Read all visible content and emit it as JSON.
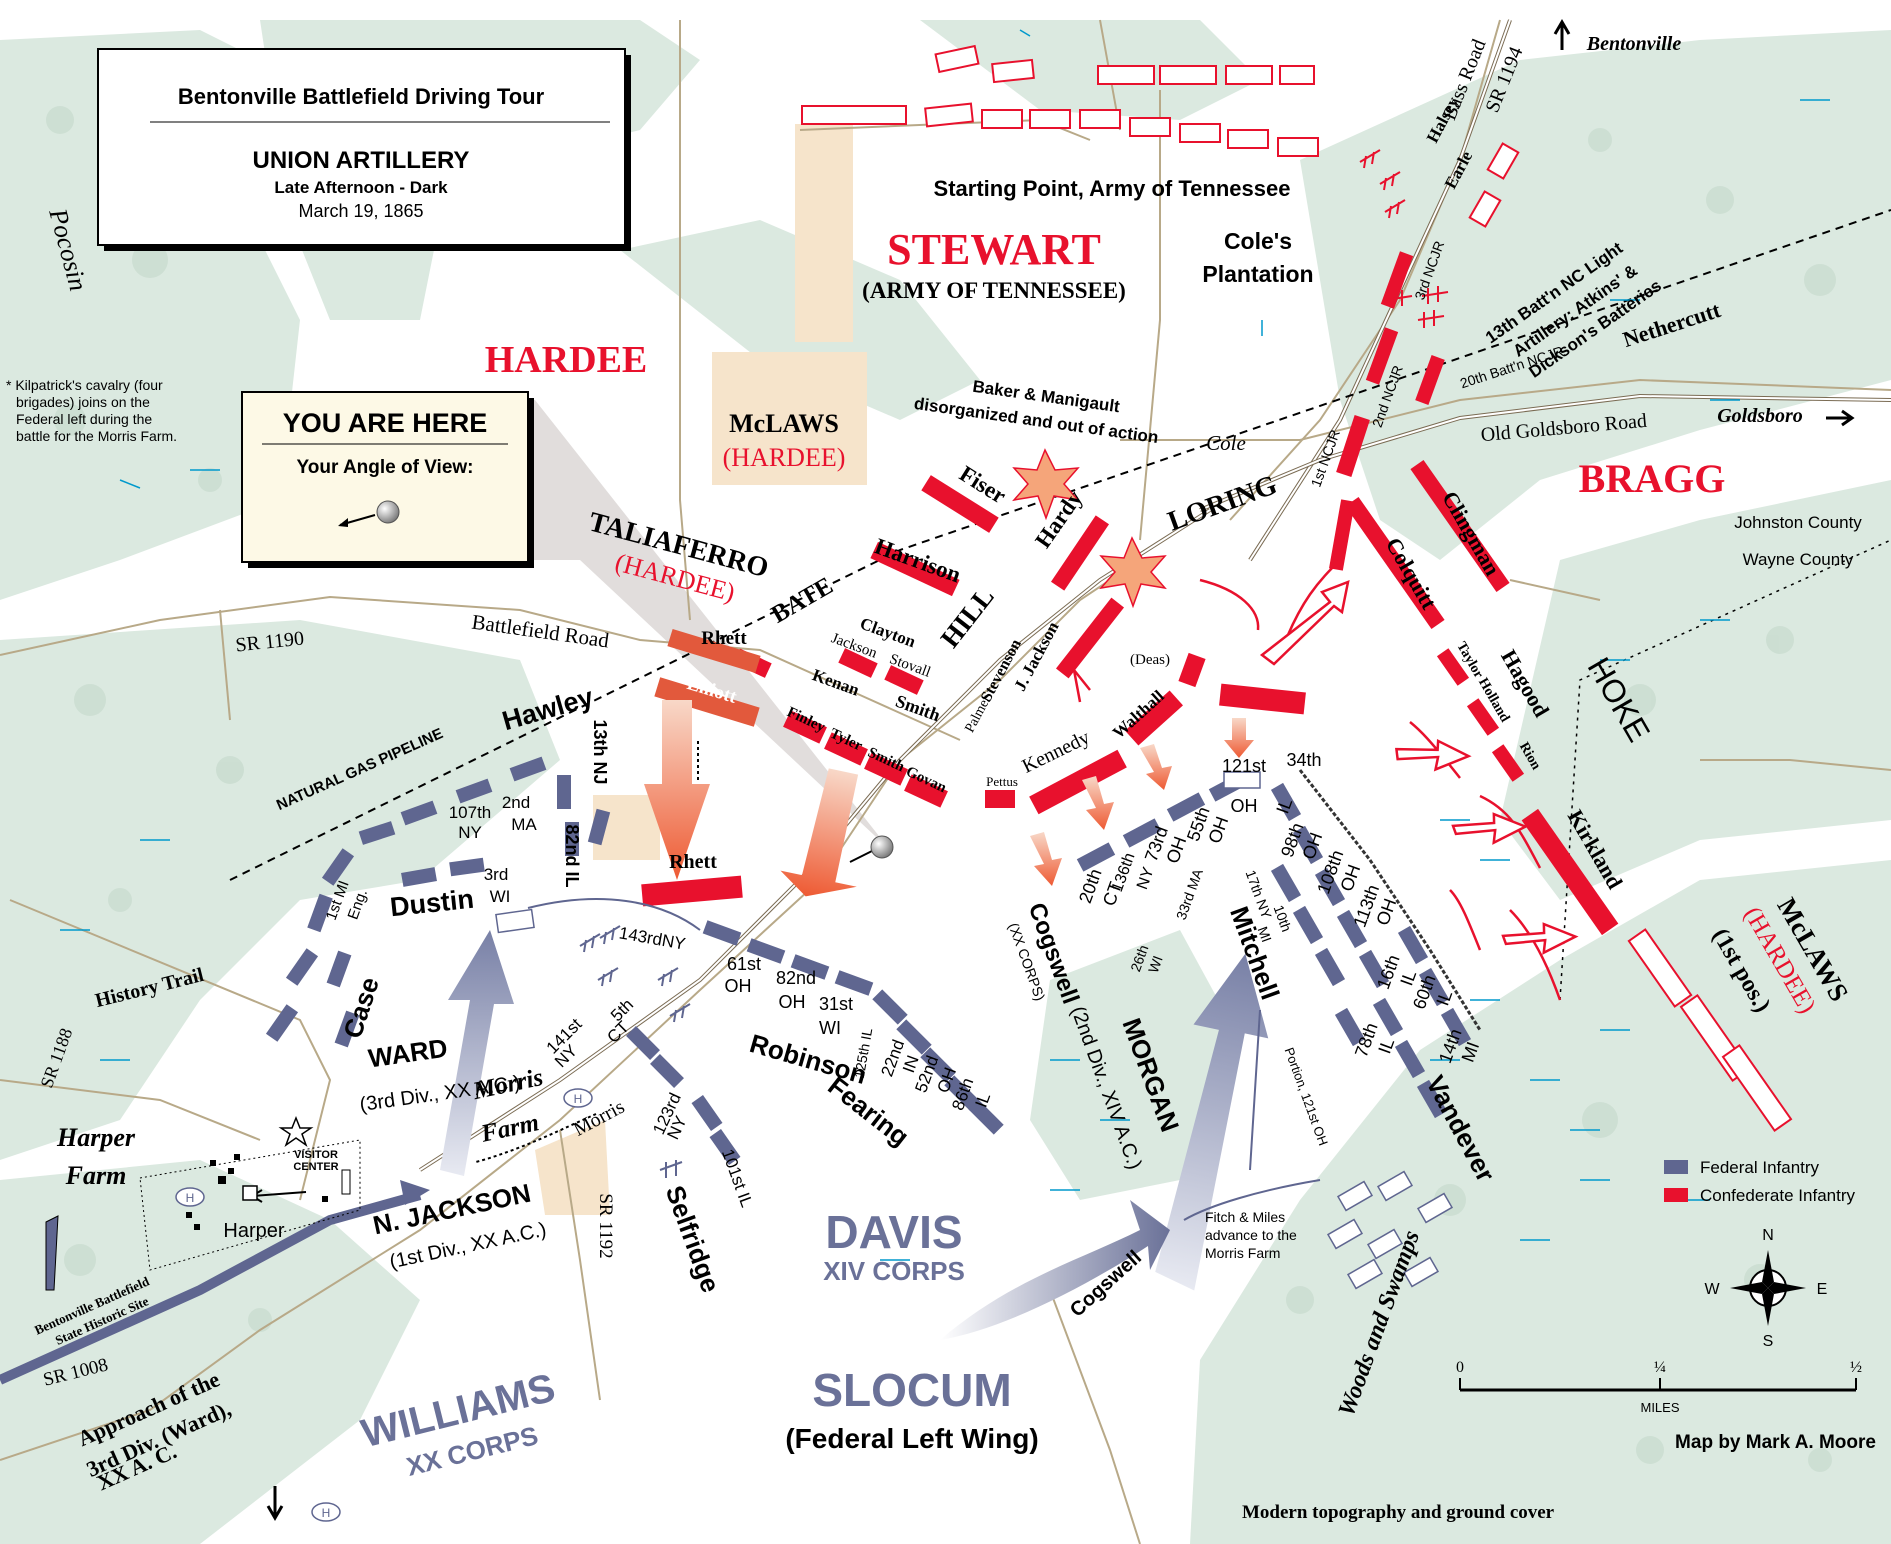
{
  "title_box": {
    "title": "Bentonville Battlefield Driving Tour",
    "subtitle": "UNION ARTILLERY",
    "time": "Late Afternoon - Dark",
    "date": "March 19, 1865"
  },
  "here_box": {
    "title": "YOU ARE HERE",
    "subtitle": "Your Angle of View:"
  },
  "note": [
    "* Kilpatrick's cavalry (four",
    "brigades) joins on the",
    "Federal left during the",
    "battle for the Morris Farm."
  ],
  "commands": {
    "stewart": "STEWART",
    "army_tn": "(ARMY OF TENNESSEE)",
    "hardee": "HARDEE",
    "mclaws": "McLAWS",
    "hardee_paren": "(HARDEE)",
    "bragg": "BRAGG",
    "taliaferro": "TALIAFERRO",
    "davis": "DAVIS",
    "xiv_corps": "XIV CORPS",
    "williams": "WILLIAMS",
    "xx_corps": "XX CORPS",
    "slocum": "SLOCUM",
    "left_wing": "(Federal Left Wing)",
    "hoke": "HOKE",
    "loring": "LORING",
    "mclaws2": "McLAWS",
    "first_pos": "(1st pos.)"
  },
  "places": {
    "starting_point": "Starting Point, Army of Tennessee",
    "coles1": "Cole's",
    "coles2": "Plantation",
    "pocosin": "Pocosin",
    "bentonville": "Bentonville",
    "goldsboro": "Goldsboro",
    "old_goldsboro": "Old Goldsboro Road",
    "bass_road": "Bass Road",
    "sr1194": "SR 1194",
    "sr1190": "SR 1190",
    "sr1188": "SR 1188",
    "sr1192": "SR 1192",
    "sr1008": "SR 1008",
    "battlefield_road": "Battlefield Road",
    "gas_pipeline": "NATURAL GAS PIPELINE",
    "johnston": "Johnston County",
    "wayne": "Wayne County",
    "history_trail": "History Trail",
    "harper_farm1": "Harper",
    "harper_farm2": "Farm",
    "harper": "Harper",
    "visitor_center1": "VISITOR",
    "visitor_center2": "CENTER",
    "morris_farm1": "Morris",
    "morris_farm2": "Farm",
    "morris": "Morris",
    "state_site1": "Bentonville Battlefield",
    "state_site2": "State Historic Site",
    "woods": "Woods and Swamps",
    "cole": "Cole",
    "baker1": "Baker & Manigault",
    "baker2": "disorganized and out of action",
    "ncjr1": "1st NCJR",
    "ncjr2": "2nd NCJR",
    "ncjr3": "3rd NCJR",
    "batt20": "20th Batt'n NCJR",
    "nethercutt": "Nethercutt",
    "art1": "13th Batt'n NC Light",
    "art2": "Artillery: Atkins' &",
    "art3": "Dickson's Batteries",
    "fitch1": "Fitch & Miles",
    "fitch2": "advance to the",
    "fitch3": "Morris Farm",
    "portion": "Portion, 121st OH",
    "approach1": "Approach of the",
    "approach2": "3rd Div. (Ward),",
    "approach3": "XX A. C."
  },
  "units": {
    "halsey": "Halsey",
    "earle": "Earle",
    "fiser": "Fiser",
    "hardy": "Hardy",
    "harrison": "Harrison",
    "bate": "BATE",
    "hill": "HILL",
    "clayton": "Clayton",
    "jackson": "Jackson",
    "stovall": "Stovall",
    "kenan": "Kenan",
    "smith": "Smith",
    "stevenson": "Stevenson",
    "palmer": "Palmer",
    "jjackson": "J. Jackson",
    "deas": "(Deas)",
    "walthall": "Walthall",
    "kennedy": "Kennedy",
    "pettus": "Pettus",
    "rhett": "Rhett",
    "elliott": "Elliott",
    "rhett2": "Rhett",
    "finley": "Finley",
    "tyler": "Tyler",
    "smith2": "Smith",
    "govan": "Govan",
    "clingman": "Clingman",
    "colquitt": "Colquitt",
    "hagood": "Hagood",
    "taylor": "Taylor",
    "holland": "Holland",
    "rion": "Rion",
    "kirkland": "Kirkland",
    "hawley": "Hawley",
    "nj13": "13th NJ",
    "il82": "82nd IL",
    "ny107a": "107th",
    "ny107b": "NY",
    "ma2a": "2nd",
    "ma2b": "MA",
    "wi3a": "3rd",
    "wi3b": "WI",
    "mi1a": "1st MI",
    "mi1b": "Eng.",
    "dustin": "Dustin",
    "case": "Case",
    "ward": "WARD",
    "ward_div": "(3rd Div., XX A.C.)",
    "ny143": "143rdNY",
    "oh61a": "61st",
    "oh61b": "OH",
    "oh82a": "82nd",
    "oh82b": "OH",
    "wi31a": "31st",
    "wi31b": "WI",
    "ct5a": "5th",
    "ct5b": "CT",
    "ny141a": "141st",
    "ny141b": "NY",
    "robinson": "Robinson",
    "fearing": "Fearing",
    "il125": "125th IL",
    "in22a": "22nd",
    "in22b": "IN",
    "oh52a": "52nd",
    "oh52b": "OH",
    "il86a": "86th",
    "il86b": "IL",
    "ny123a": "123rd",
    "ny123b": "NY",
    "il101": "101st IL",
    "selfridge": "Selfridge",
    "njackson": "N. JACKSON",
    "nj_div": "(1st Div., XX A.C.)",
    "ct20a": "20th",
    "ct20b": "CT",
    "ny136a": "136th",
    "ny136b": "NY",
    "oh73a": "73rd",
    "oh73b": "OH",
    "oh55a": "55th",
    "oh55b": "OH",
    "ma33": "33rd MA",
    "ny17a": "17th NY",
    "mi10a": "10th",
    "mi10b": "MI",
    "wi26a": "26th",
    "wi26b": "WI",
    "cogswell": "Cogswell",
    "cogswell_corps": "(XX CORPS)",
    "mitchell": "Mitchell",
    "morgan": "MORGAN",
    "morgan_div": "(2nd Div., XIV A.C.)",
    "oh121a": "121st",
    "oh121b": "OH",
    "il34a": "34th",
    "il34b": "IL",
    "oh98a": "98th",
    "oh98b": "OH",
    "oh108a": "108th",
    "oh108b": "OH",
    "oh113a": "113th",
    "oh113b": "OH",
    "il16a": "16th",
    "il16b": "IL",
    "il60a": "60th",
    "il60b": "IL",
    "mi14a": "14th",
    "mi14b": "MI",
    "il78a": "78th",
    "il78b": "IL",
    "vandever": "Vandever",
    "cogswell2": "Cogswell"
  },
  "legend": {
    "federal": "Federal Infantry",
    "confederate": "Confederate Infantry"
  },
  "compass": {
    "n": "N",
    "s": "S",
    "e": "E",
    "w": "W"
  },
  "scale": {
    "zero": "0",
    "quarter": "¼",
    "half": "½",
    "unit": "MILES"
  },
  "credits": {
    "author": "Map by Mark A. Moore",
    "topo": "Modern topography and ground cover"
  },
  "h_marker": "H",
  "colors": {
    "federal": "#5f6690",
    "confederate": "#e8112d",
    "woods": "#d9e8df",
    "farm": "#f6e4cb"
  }
}
